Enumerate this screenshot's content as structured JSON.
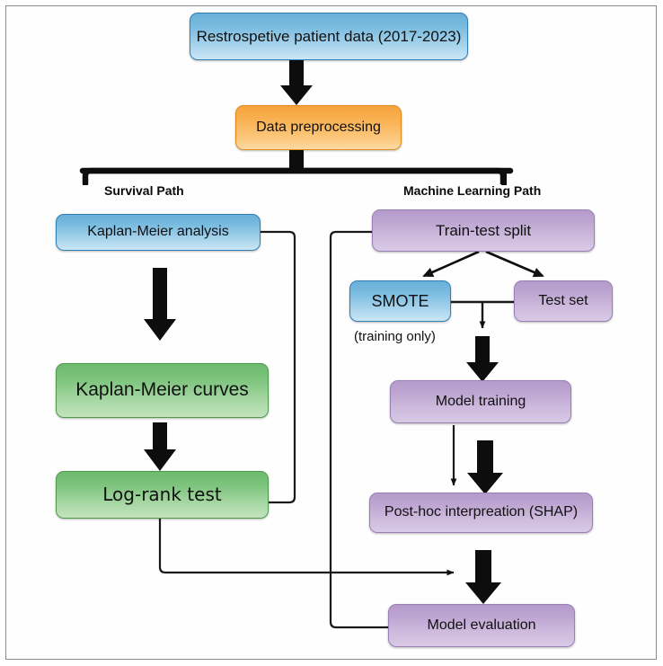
{
  "figure": {
    "title": "Study workflow flowchart",
    "colors": {
      "blue": "#79bbe0",
      "orange": "#f9b254",
      "purple": "#bea6d2",
      "green": "#7ec47e",
      "connector": "#111111",
      "frame": "#8a8a8a"
    }
  },
  "nodes": {
    "source_data": "Restrospetive patient data (2017-2023)",
    "preprocessing": "Data preprocessing",
    "km_analysis": "Kaplan-Meier analysis",
    "km_curves": "Kaplan-Meier curves",
    "logrank": "Log-rank test",
    "train_test_split": "Train-test split",
    "smote": "SMOTE",
    "test_set": "Test set",
    "model_training": "Model  training",
    "shap": "Post-hoc interpreation (SHAP)",
    "model_evaluation": "Model evaluation"
  },
  "labels": {
    "survival_path": "Survival Path",
    "ml_path": "Machine Learning Path",
    "smote_note": "(training only)"
  }
}
